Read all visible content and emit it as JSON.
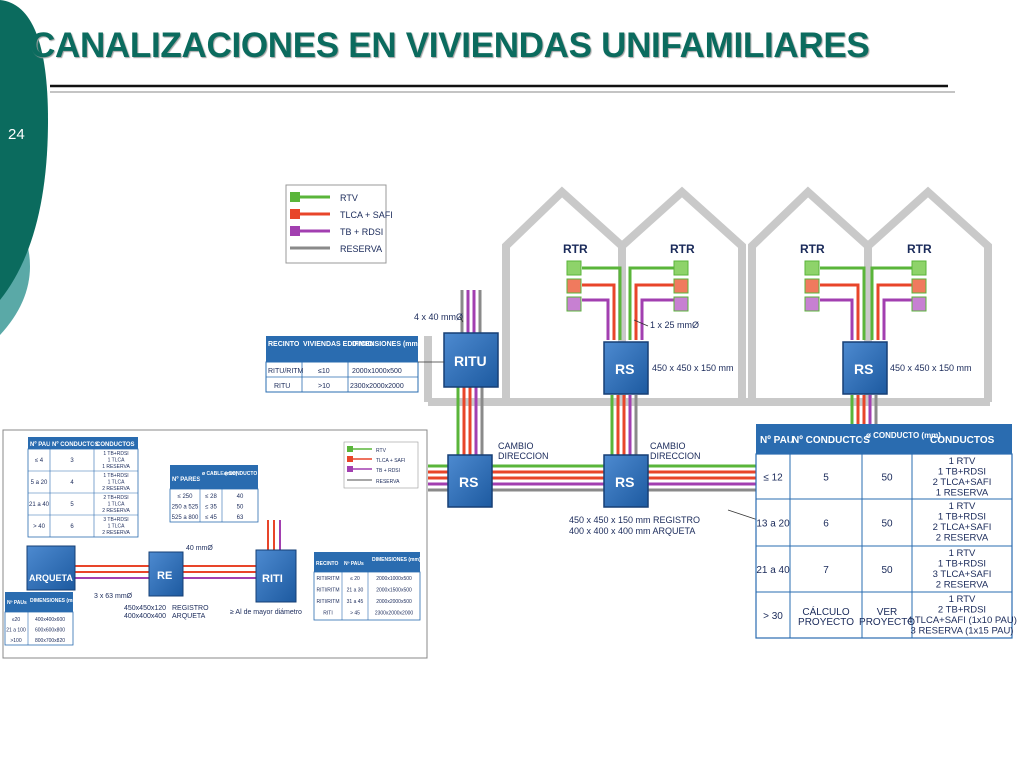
{
  "slide": {
    "title": "CANALIZACIONES EN VIVIENDAS UNIFAMILIARES",
    "page_number": "24",
    "colors": {
      "accent_dark": "#0b6b5e",
      "accent_light": "#4fa7a4",
      "box_blue": "#2a6cb0",
      "table_header": "#2a6cb0"
    }
  },
  "legend": {
    "items": [
      {
        "label": "RTV",
        "color": "#5ab53a"
      },
      {
        "label": "TLCA + SAFI",
        "color": "#e8452a"
      },
      {
        "label": "TB + RDSI",
        "color": "#a23fb0"
      },
      {
        "label": "RESERVA",
        "color": "#8a8a8a"
      }
    ]
  },
  "diagram": {
    "rtr": "RTR",
    "ritu": "RITU",
    "rs": "RS",
    "re": "RE",
    "riti": "RITI",
    "arqueta": "ARQUETA",
    "ritu_conduit": "4 x 40 mmØ",
    "house_conduit": "1 x 25 mmØ",
    "rs_dim_1": "450 x 450 x 150 mm",
    "rs_dim_2": "450 x 450 x 150 mm",
    "cambio_1": "CAMBIO",
    "direccion_1": "DIRECCION",
    "cambio_2": "CAMBIO",
    "direccion_2": "DIRECCION",
    "registro_dim": "450 x 450 x 150 mm REGISTRO",
    "arqueta_dim": "400 x 400 x 400 mm ARQUETA",
    "conduit_40": "40 mmØ",
    "conduit_63": "3 x 63 mmØ",
    "re_dim_1": "450x450x120",
    "re_dim_2": "400x400x400",
    "registro": "REGISTRO",
    "arqueta_lbl": "ARQUETA",
    "mayor_diametro": "≥ Al de mayor diámetro"
  },
  "ritu_table": {
    "headers": [
      "RECINTO",
      "VIVIENDAS EDIFICIO",
      "DIMENSIONES (mm)"
    ],
    "rows": [
      [
        "RITU/RITM",
        "≤10",
        "2000x1000x500"
      ],
      [
        "RITU",
        ">10",
        "2300x2000x2000"
      ]
    ]
  },
  "pau_table": {
    "headers": [
      "Nº PAU",
      "Nº CONDUCTOS",
      "ø CONDUCTO (mm)",
      "CONDUCTOS"
    ],
    "rows": [
      {
        "pau": "≤ 12",
        "n": "5",
        "d": "50",
        "c": [
          "1 RTV",
          "1 TB+RDSI",
          "2 TLCA+SAFI",
          "1 RESERVA"
        ]
      },
      {
        "pau": "13 a 20",
        "n": "6",
        "d": "50",
        "c": [
          "1 RTV",
          "1 TB+RDSI",
          "2 TLCA+SAFI",
          "2 RESERVA"
        ]
      },
      {
        "pau": "21 a 40",
        "n": "7",
        "d": "50",
        "c": [
          "1 RTV",
          "1 TB+RDSI",
          "3 TLCA+SAFI",
          "2 RESERVA"
        ]
      },
      {
        "pau": "> 30",
        "n": "CÁLCULO PROYECTO",
        "d": "VER PROYECTO",
        "c": [
          "1 RTV",
          "2 TB+RDSI",
          "4 TLCA+SAFI (1x10 PAU)",
          "3 RESERVA (1x15 PAU)"
        ]
      }
    ]
  },
  "inset": {
    "cond_table": {
      "headers": [
        "Nº PAU",
        "Nº CONDUCTOS",
        "CONDUCTOS"
      ],
      "rows": [
        [
          "≤ 4",
          "3",
          "1 TB+RDSI 1 TLCA 1 RESERVA"
        ],
        [
          "5 a 20",
          "4",
          "1 TB+RDSI 1 TLCA 2 RESERVA"
        ],
        [
          "21 a 40",
          "5",
          "2 TB+RDSI 1 TLCA 2 RESERVA"
        ],
        [
          "> 40",
          "6",
          "3 TB+RDSI 1 TLCA 2 RESERVA"
        ]
      ]
    },
    "pares_table": {
      "headers": [
        "Nº PARES",
        "ø CABLE (mm)",
        "ø CONDUCTO (mm)"
      ],
      "rows": [
        [
          "≤ 250",
          "≤ 28",
          "40"
        ],
        [
          "250 a 525",
          "≤ 35",
          "50"
        ],
        [
          "525 a 800",
          "≤ 45",
          "63"
        ]
      ]
    },
    "arqueta_table": {
      "headers": [
        "Nº PAUs",
        "DIMENSIONES (mm)"
      ],
      "rows": [
        [
          "≤20",
          "400x400x600"
        ],
        [
          "21 a 100",
          "600x600x800"
        ],
        [
          ">100",
          "800x700x820"
        ]
      ]
    },
    "riti_table": {
      "headers": [
        "RECINTO",
        "Nº PAUs",
        "DIMENSIONES (mm)"
      ],
      "rows": [
        [
          "RITI/RITM",
          "≤ 20",
          "2000x1000x500"
        ],
        [
          "RITI/RITM",
          "21 a 30",
          "2000x1500x500"
        ],
        [
          "RITI/RITM",
          "31 a 45",
          "2000x2000x500"
        ],
        [
          "RITI",
          "> 45",
          "2300x2000x2000"
        ]
      ]
    },
    "legend": [
      "RTV",
      "TLCA + SAFI",
      "TB + RDSI",
      "RESERVA"
    ]
  }
}
